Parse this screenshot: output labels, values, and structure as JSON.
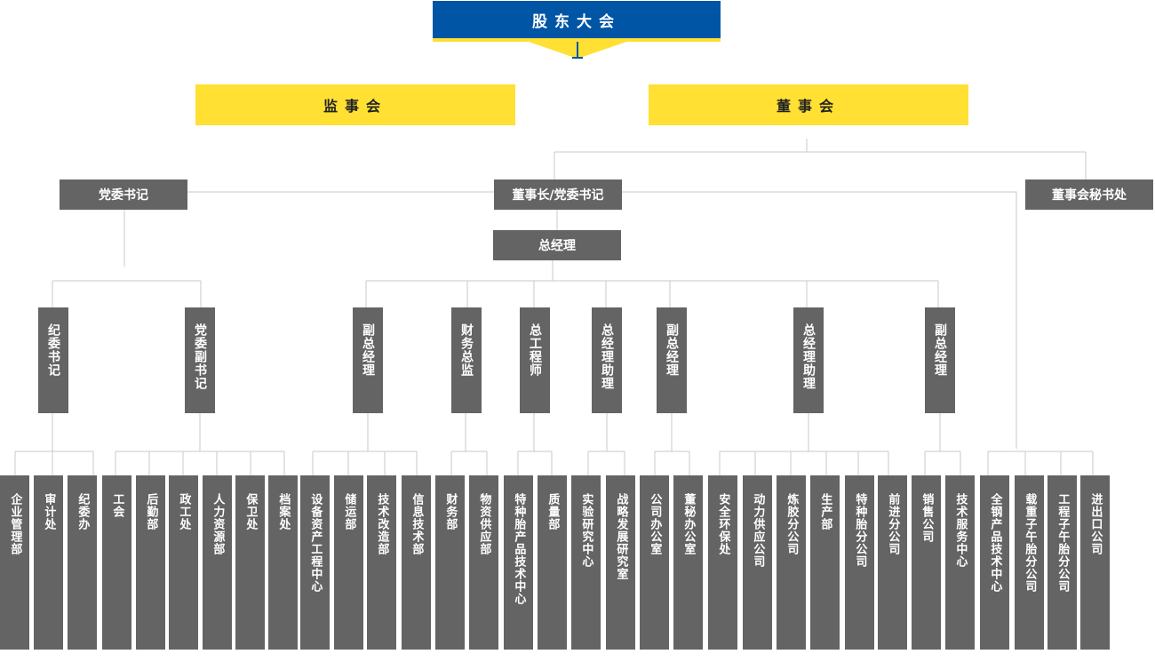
{
  "top": "股东大会",
  "supervisory": "监事会",
  "board": "董事会",
  "party_secretary": "党委书记",
  "chairman": "董事长/党委书记",
  "board_secretary": "董事会秘书处",
  "general_manager": "总经理",
  "middle": [
    "纪委书记",
    "党委副书记",
    "副总经理",
    "财务总监",
    "总工程师",
    "总经理助理",
    "副总经理",
    "总经理助理",
    "副总经理"
  ],
  "departments": [
    "企业管理部",
    "审计处",
    "纪委办",
    "工会",
    "后勤部",
    "政工处",
    "人力资源部",
    "保卫处",
    "档案处",
    "设备资产工程中心",
    "储运部",
    "技术改造部",
    "信息技术部",
    "财务部",
    "物资供应部",
    "特种胎产品技术中心",
    "质量部",
    "实验研究中心",
    "战略发展研究室",
    "公司办公室",
    "董秘办公室",
    "安全环保处",
    "动力供应公司",
    "炼胶分公司",
    "生产部",
    "特种胎分公司",
    "前进分公司",
    "销售公司",
    "技术服务中心",
    "全钢产品技术中心",
    "载重子午胎分公司",
    "工程子午胎分公司",
    "进出口公司"
  ],
  "colors": {
    "blue": "#0055a5",
    "yellow": "#ffe033",
    "grey": "#646464",
    "line": "#c8c8c8"
  }
}
